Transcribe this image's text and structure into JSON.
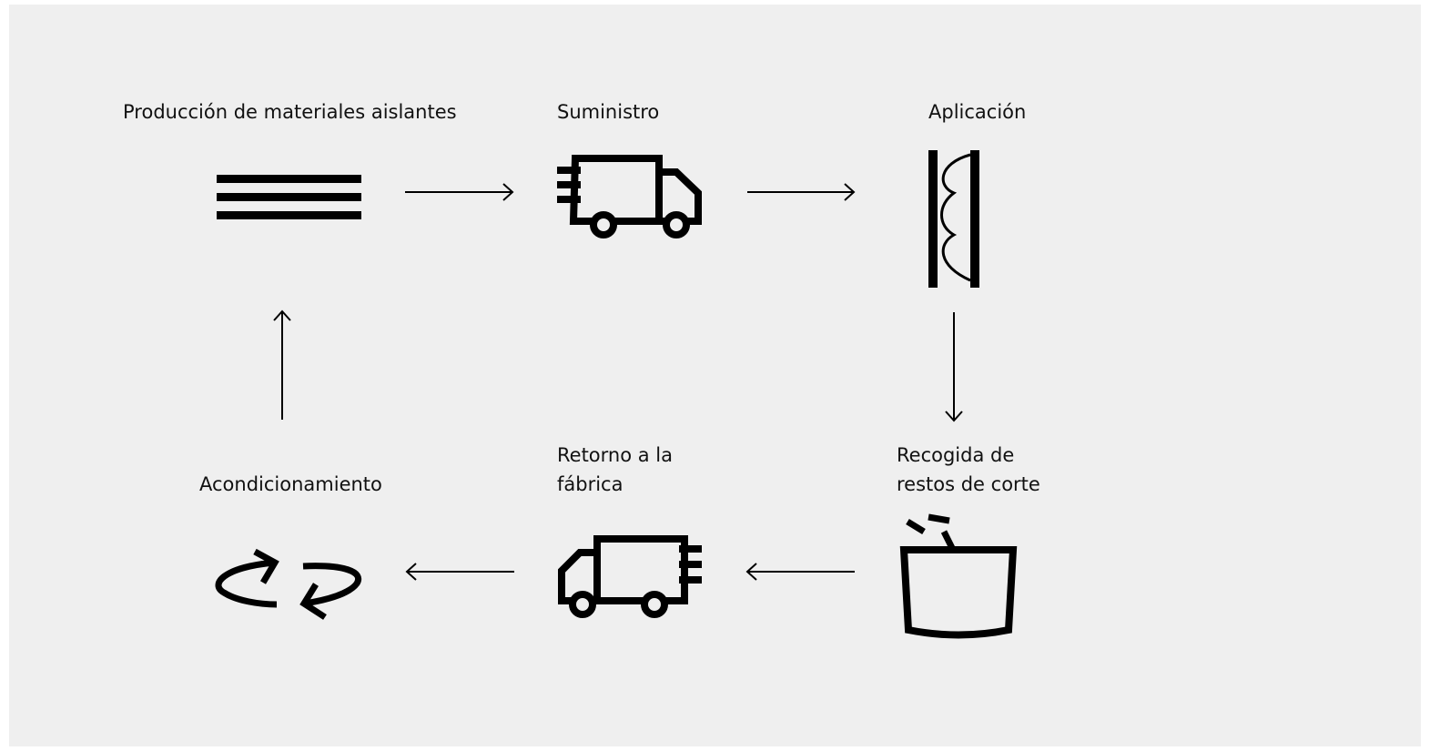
{
  "nodes": {
    "produccion": {
      "label": "Producción de materiales aislantes",
      "icon": "insulation-layers-icon"
    },
    "suministro": {
      "label": "Suministro",
      "icon": "delivery-truck-icon"
    },
    "aplicacion": {
      "label": "Aplicación",
      "icon": "insulated-wall-icon"
    },
    "recogida": {
      "line1": "Recogida de",
      "line2": "restos de corte",
      "icon": "waste-bin-icon"
    },
    "retorno": {
      "line1": "Retorno a la",
      "line2": "fábrica",
      "icon": "return-truck-icon"
    },
    "acondicionamiento": {
      "label": "Acondicionamiento",
      "icon": "recycle-arrows-icon"
    }
  },
  "flow": [
    [
      "produccion",
      "suministro"
    ],
    [
      "suministro",
      "aplicacion"
    ],
    [
      "aplicacion",
      "recogida"
    ],
    [
      "recogida",
      "retorno"
    ],
    [
      "retorno",
      "acondicionamiento"
    ],
    [
      "acondicionamiento",
      "produccion"
    ]
  ],
  "colors": {
    "background": "#efefef",
    "ink": "#000000",
    "text": "#111111"
  }
}
